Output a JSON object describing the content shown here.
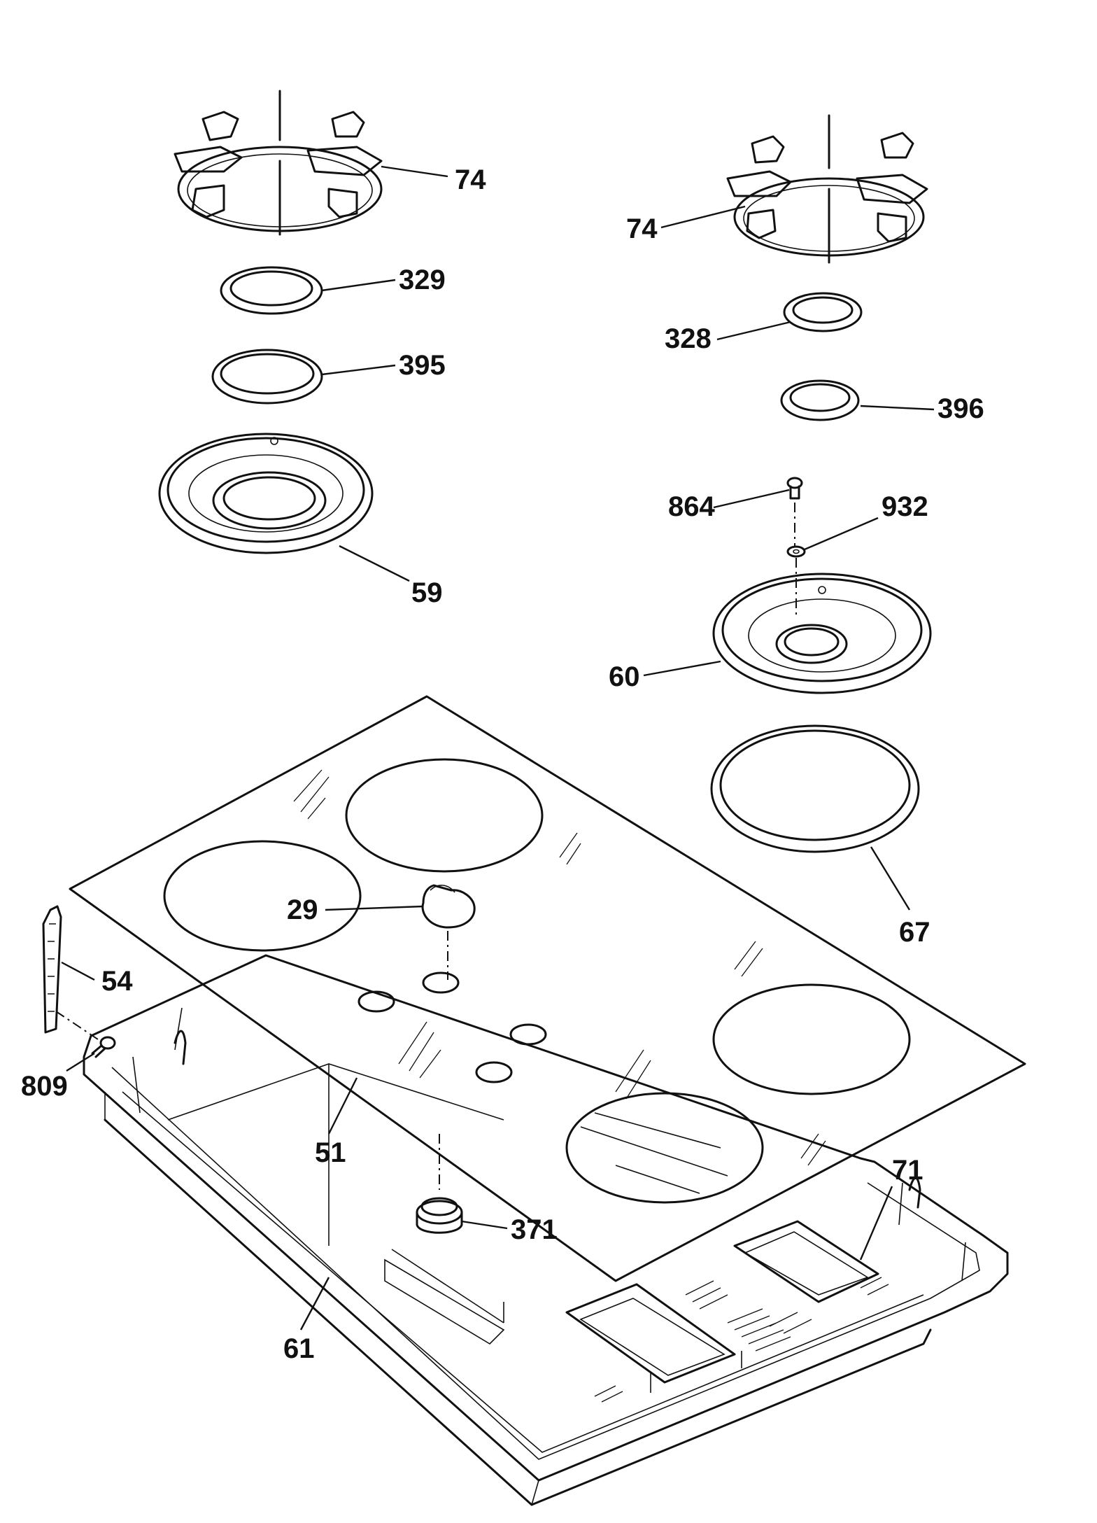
{
  "callouts": {
    "grate_left": "74",
    "grate_right": "74",
    "ring_329": "329",
    "ring_395": "395",
    "ring_328": "328",
    "ring_396": "396",
    "screw_864": "864",
    "washer_932": "932",
    "drip_pan_59": "59",
    "drip_pan_60": "60",
    "trim_ring_67": "67",
    "knob_29": "29",
    "bracket_54": "54",
    "screw_809": "809",
    "glass_top_51": "51",
    "grommet_371": "371",
    "box_61": "61",
    "panel_71": "71"
  }
}
